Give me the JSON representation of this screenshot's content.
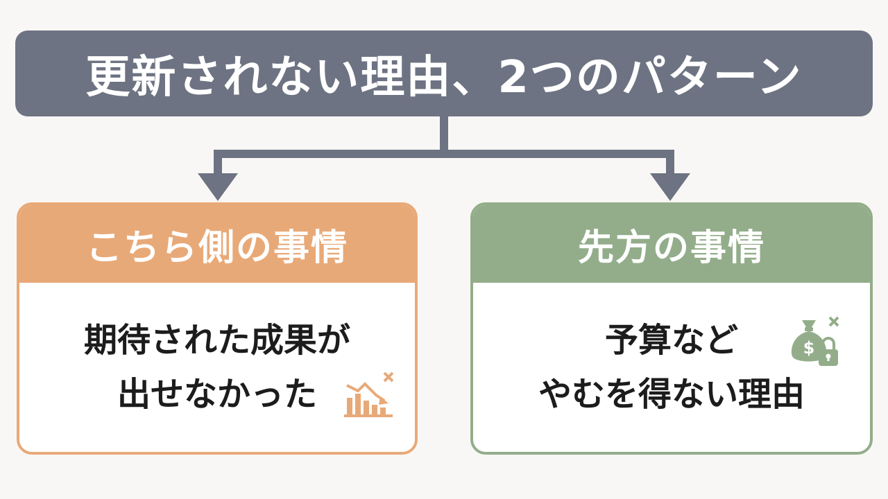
{
  "title": "更新されない理由、2つのパターン",
  "left_card": {
    "header": "こちら側の事情",
    "body_lines": [
      "期待された成果が",
      "出せなかった"
    ],
    "icon": "declining-chart-icon",
    "color": "#e8a978"
  },
  "right_card": {
    "header": "先方の事情",
    "body_lines": [
      "予算など",
      "やむを得ない理由"
    ],
    "icon": "money-bag-lock-icon",
    "color": "#93ad8a"
  },
  "title_color": "#6d7382",
  "connector_color": "#6d7382"
}
